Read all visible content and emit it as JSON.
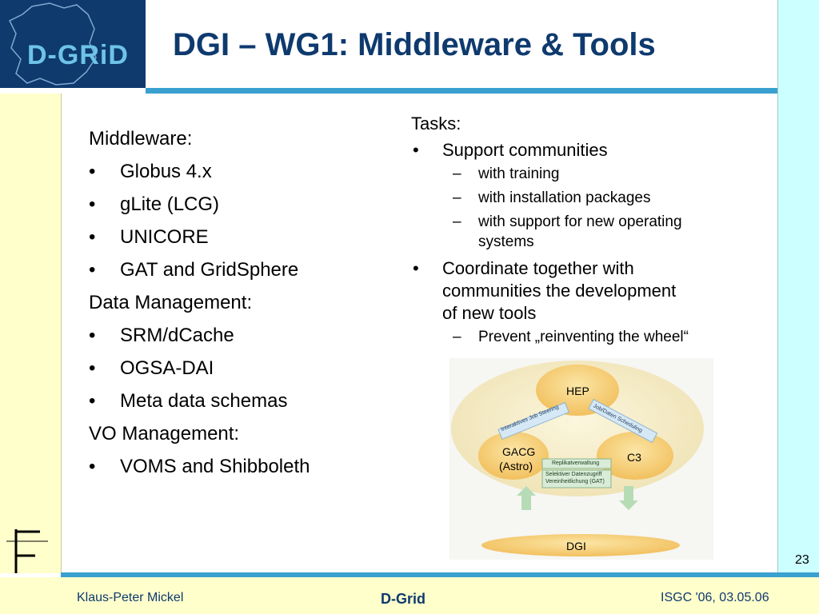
{
  "logo": {
    "text": "D-GRiD"
  },
  "title": "DGI – WG1: Middleware & Tools",
  "left": {
    "middleware_heading": "Middleware:",
    "middleware_items": [
      "Globus 4.x",
      "gLite (LCG)",
      "UNICORE",
      "GAT and GridSphere"
    ],
    "data_heading": "Data Management:",
    "data_items": [
      "SRM/dCache",
      "OGSA-DAI",
      "Meta data schemas"
    ],
    "vo_heading": "VO Management:",
    "vo_items": [
      "VOMS and Shibboleth"
    ]
  },
  "right": {
    "tasks_heading": "Tasks:",
    "task1": "Support communities",
    "task1_sub": [
      "with training",
      "with installation packages",
      "with support for new operating",
      "systems"
    ],
    "task2_lines": [
      "Coordinate together with",
      "communities the development",
      "of new tools"
    ],
    "task2_sub": [
      "Prevent „reinventing the wheel“"
    ]
  },
  "bullet_char": "•",
  "dash_char": "–",
  "graphic": {
    "hep": "HEP",
    "gacg_line1": "GACG",
    "gacg_line2": "(Astro)",
    "c3": "C3",
    "dgi": "DGI",
    "label_steering": "Interaktives Job Steering",
    "label_scheduling": "Job/Daten Scheduling",
    "label_replika": "Replikatverwaltung",
    "label_selektiv": "Selektiver Datenzugriff",
    "label_vereinheit": "Vereinheitlichung (GAT)"
  },
  "slide_number": "23",
  "footer": {
    "author": "Klaus-Peter Mickel",
    "center": "D-Grid",
    "event": "ISGC '06, 03.05.06"
  },
  "colors": {
    "navy": "#0e3a6e",
    "accent_blue": "#3aa0d0",
    "pale_yellow": "#ffffcc",
    "pale_cyan": "#ccffff"
  }
}
